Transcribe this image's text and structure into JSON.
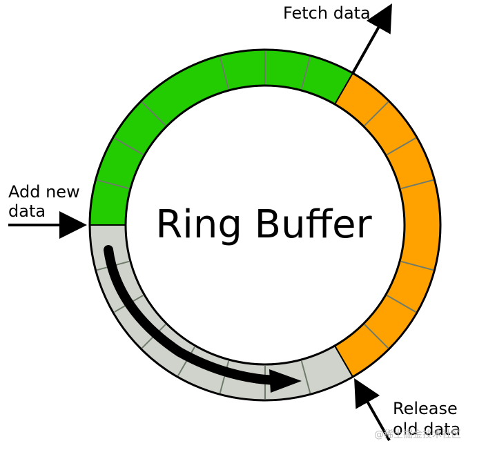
{
  "diagram": {
    "title": "Ring Buffer",
    "labels": {
      "fetch": "Fetch data",
      "add_line1": "Add new",
      "add_line2": "data",
      "release_line1": "Release",
      "release_line2": "old data"
    },
    "watermark": "@稀土掘金技术社区",
    "colors": {
      "green": "#22cc00",
      "orange": "#ffa200",
      "gray": "#d0d3cc",
      "divider": "#6f7b6a",
      "outline": "#000000",
      "arrow": "#000000"
    }
  }
}
